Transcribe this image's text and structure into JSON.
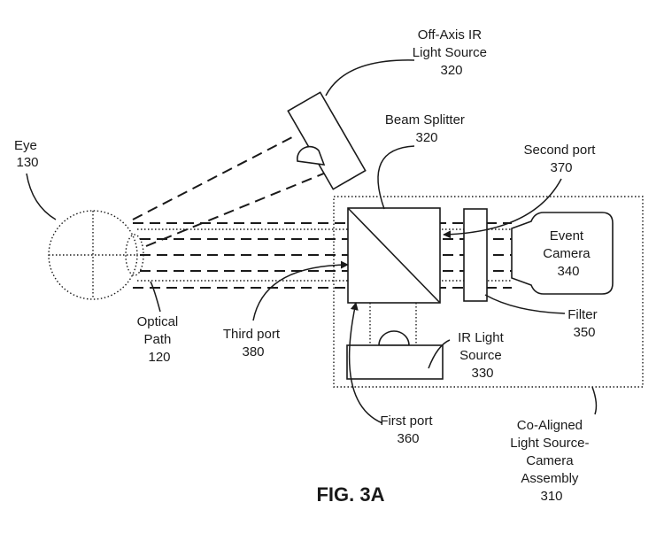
{
  "figure_title": "FIG. 3A",
  "labels": {
    "eye": [
      "Eye",
      "130"
    ],
    "off_axis_ir": [
      "Off-Axis IR",
      "Light Source",
      "320"
    ],
    "beam_splitter": [
      "Beam Splitter",
      "320"
    ],
    "second_port": [
      "Second port",
      "370"
    ],
    "event_camera": [
      "Event",
      "Camera",
      "340"
    ],
    "optical_path": [
      "Optical",
      "Path",
      "120"
    ],
    "third_port": [
      "Third port",
      "380"
    ],
    "ir_light_source": [
      "IR Light",
      "Source",
      "330"
    ],
    "filter": [
      "Filter",
      "350"
    ],
    "first_port": [
      "First port",
      "360"
    ],
    "assembly": [
      "Co-Aligned",
      "Light Source-",
      "Camera",
      "Assembly",
      "310"
    ]
  },
  "colors": {
    "ink": "#1a1a1a",
    "background": "#ffffff"
  }
}
